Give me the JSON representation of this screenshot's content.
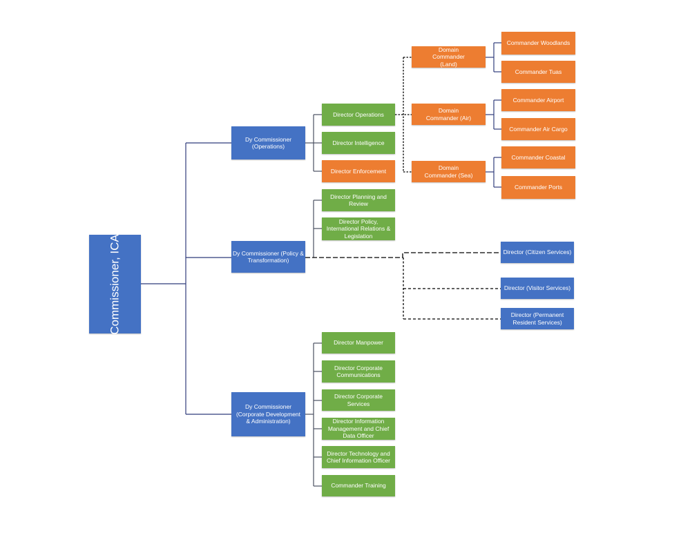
{
  "root": {
    "id": "commissioner",
    "label": "Commissioner, ICA",
    "color": "blue"
  },
  "colors": {
    "blue": "#4472C4",
    "green": "#70AD47",
    "orange": "#ED7D31",
    "line_solid": "#2F3B7A",
    "line_dashed": "#000000"
  },
  "deputies": [
    {
      "id": "dy-ops",
      "label": "Dy Commissioner (Operations)",
      "color": "blue",
      "reports": [
        {
          "id": "dir-ops",
          "label": "Director Operations",
          "color": "green"
        },
        {
          "id": "dir-intel",
          "label": "Director Intelligence",
          "color": "green"
        },
        {
          "id": "dir-enf",
          "label": "Director Enforcement",
          "color": "orange"
        }
      ]
    },
    {
      "id": "dy-policy",
      "label": "Dy Commissioner (Policy & Transformation)",
      "color": "blue",
      "reports": [
        {
          "id": "dir-planning",
          "label": "Director Planning and Review",
          "color": "green"
        },
        {
          "id": "dir-policy",
          "label": "Director Policy, International Relations & Legislation",
          "color": "green"
        }
      ],
      "dashed_reports": [
        {
          "id": "dir-citizen",
          "label": "Director (Citizen Services)",
          "color": "blue"
        },
        {
          "id": "dir-visitor",
          "label": "Director (Visitor Services)",
          "color": "blue"
        },
        {
          "id": "dir-pr",
          "label": "Director (Permanent Resident Services)",
          "color": "blue"
        }
      ]
    },
    {
      "id": "dy-corp",
      "label": "Dy Commissioner (Corporate Development & Administration)",
      "color": "blue",
      "reports": [
        {
          "id": "dir-manpower",
          "label": "Director Manpower",
          "color": "green"
        },
        {
          "id": "dir-corpcomms",
          "label": "Director Corporate Communications",
          "color": "green"
        },
        {
          "id": "dir-corpserv",
          "label": "Director Corporate Services",
          "color": "green"
        },
        {
          "id": "dir-im",
          "label": "Director Information Management and Chief Data Officer",
          "color": "green"
        },
        {
          "id": "dir-tech",
          "label": "Director Technology and Chief Information Officer",
          "color": "green"
        },
        {
          "id": "cmdr-training",
          "label": "Commander Training",
          "color": "green"
        }
      ]
    }
  ],
  "domains": [
    {
      "id": "dc-land",
      "label": "Domain Commander (Land)",
      "color": "orange",
      "reports": [
        {
          "id": "cmdr-woodlands",
          "label": "Commander Woodlands",
          "color": "orange"
        },
        {
          "id": "cmdr-tuas",
          "label": "Commander Tuas",
          "color": "orange"
        }
      ]
    },
    {
      "id": "dc-air",
      "label": "Domain Commander (Air)",
      "color": "orange",
      "reports": [
        {
          "id": "cmdr-airport",
          "label": "Commander Airport",
          "color": "orange"
        },
        {
          "id": "cmdr-aircargo",
          "label": "Commander Air Cargo",
          "color": "orange"
        }
      ]
    },
    {
      "id": "dc-sea",
      "label": "Domain Commander (Sea)",
      "color": "orange",
      "reports": [
        {
          "id": "cmdr-coastal",
          "label": "Commander Coastal",
          "color": "orange"
        },
        {
          "id": "cmdr-ports",
          "label": "Commander Ports",
          "color": "orange"
        }
      ]
    }
  ]
}
